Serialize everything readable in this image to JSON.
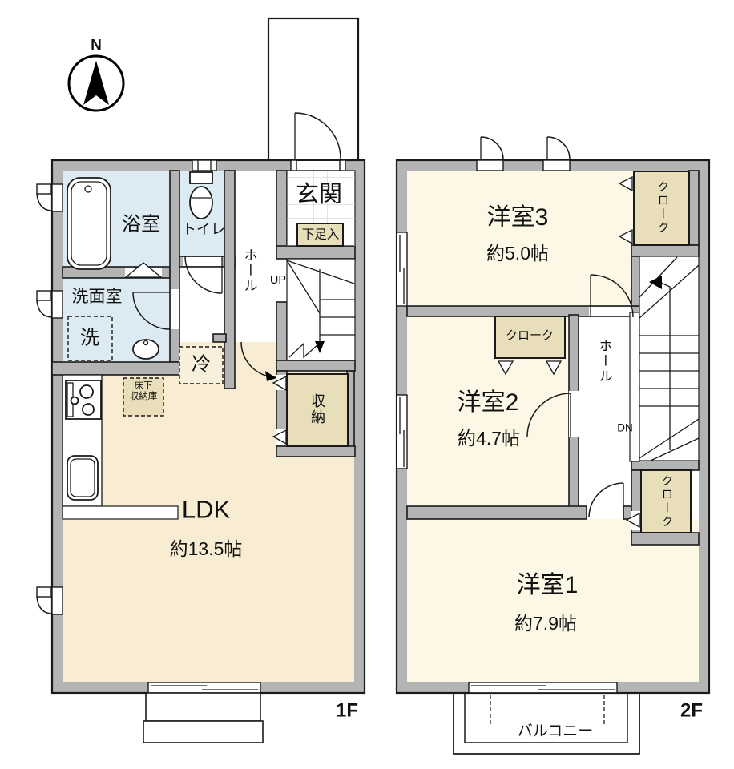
{
  "meta": {
    "type": "floor-plan",
    "floors": [
      "1F",
      "2F"
    ]
  },
  "colors": {
    "wall_gray": "#b4b4b4",
    "room_cream": "#fdf8e6",
    "ldk_cream": "#f8ecd2",
    "water_blue": "#dcebf3",
    "closet_tan": "#e8deba",
    "line_black": "#1a1a1a"
  },
  "compass": {
    "north_label": "N"
  },
  "floor1": {
    "floor_label": "1F",
    "labels": {
      "bath": "浴室",
      "toilet": "トイレ",
      "entrance": "玄関",
      "shoe_cabinet": "下足入",
      "hall": "ホール",
      "stairs_up": "UP",
      "washroom": "洗面室",
      "washing_machine": "洗",
      "refrigerator": "冷",
      "underfloor_storage_line1": "床下",
      "underfloor_storage_line2": "収納庫",
      "storage": "収納",
      "ldk": "LDK",
      "ldk_area": "約13.5帖"
    }
  },
  "floor2": {
    "floor_label": "2F",
    "labels": {
      "room3": "洋室3",
      "room3_area": "約5.0帖",
      "closet_room3": "クローク",
      "hall": "ホール",
      "stairs_down": "DN",
      "room2": "洋室2",
      "room2_area": "約4.7帖",
      "closet_room2": "クローク",
      "room1": "洋室1",
      "room1_area": "約7.9帖",
      "closet_room1": "クローク",
      "balcony": "バルコニー"
    }
  }
}
